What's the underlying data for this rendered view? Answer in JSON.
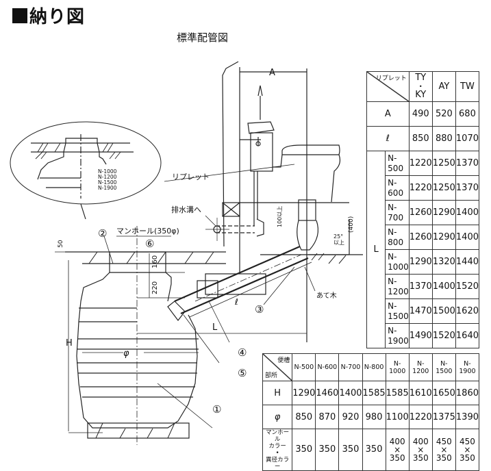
{
  "header": {
    "title": "納り図",
    "subtitle": "標準配管図"
  },
  "diagram": {
    "labels": {
      "A": "A",
      "L": "L",
      "l": "ℓ",
      "H": "H",
      "phi": "φ",
      "riplet": "リプレット",
      "drain": "排水溝へ",
      "manhole": "マンホール(350φ)",
      "atego": "あて木",
      "dim_50": "50",
      "dim_160": "160",
      "dim_220": "220",
      "dim_100": "100以上",
      "dim_400": "(400)",
      "angle_top": "25°",
      "angle_bottom": "以上"
    },
    "callouts": [
      "①",
      "②",
      "③",
      "④",
      "⑤",
      "⑥"
    ],
    "inset_models": [
      "N-1000",
      "N-1200",
      "N-1500",
      "N-1900"
    ]
  },
  "table_riplet": {
    "corner_label": "リプレット",
    "columns": [
      "TY・KY",
      "AY",
      "TW"
    ],
    "col_top": "TY",
    "col_dot": "•",
    "col_bottom": "KY",
    "rows": [
      {
        "label": "A",
        "values": [
          "490",
          "520",
          "680"
        ]
      },
      {
        "label": "ℓ",
        "values": [
          "850",
          "880",
          "1070"
        ]
      }
    ],
    "L_label": "L",
    "L_rows": [
      {
        "model_top": "N-",
        "model_bottom": "500",
        "values": [
          "1220",
          "1250",
          "1370"
        ]
      },
      {
        "model_top": "N-",
        "model_bottom": "600",
        "values": [
          "1220",
          "1250",
          "1370"
        ]
      },
      {
        "model_top": "N-",
        "model_bottom": "700",
        "values": [
          "1260",
          "1290",
          "1400"
        ]
      },
      {
        "model_top": "N-",
        "model_bottom": "800",
        "values": [
          "1260",
          "1290",
          "1400"
        ]
      },
      {
        "model_top": "N-",
        "model_bottom": "1000",
        "values": [
          "1290",
          "1320",
          "1440"
        ]
      },
      {
        "model_top": "N-",
        "model_bottom": "1200",
        "values": [
          "1370",
          "1400",
          "1520"
        ]
      },
      {
        "model_top": "N-",
        "model_bottom": "1500",
        "values": [
          "1470",
          "1500",
          "1620"
        ]
      },
      {
        "model_top": "N-",
        "model_bottom": "1900",
        "values": [
          "1490",
          "1520",
          "1640"
        ]
      }
    ]
  },
  "table_tank": {
    "corner_top": "便槽",
    "corner_bottom": "部所",
    "columns": [
      "N-500",
      "N-600",
      "N-700",
      "N-800",
      "N-1000",
      "N-1200",
      "N-1500",
      "N-1900"
    ],
    "rows": [
      {
        "label": "H",
        "values": [
          "1290",
          "1460",
          "1400",
          "1585",
          "1585",
          "1610",
          "1650",
          "1860"
        ]
      },
      {
        "label": "φ",
        "values": [
          "850",
          "870",
          "920",
          "980",
          "1100",
          "1220",
          "1375",
          "1390"
        ]
      }
    ],
    "collar_row": {
      "label_line1": "マンホール",
      "label_line2": "カラー",
      "label_dot": "•",
      "label_line3": "異径カラー",
      "values": [
        {
          "top": "350",
          "x": "",
          "bottom": ""
        },
        {
          "top": "350",
          "x": "",
          "bottom": ""
        },
        {
          "top": "350",
          "x": "",
          "bottom": ""
        },
        {
          "top": "350",
          "x": "",
          "bottom": ""
        },
        {
          "top": "400",
          "x": "×",
          "bottom": "350"
        },
        {
          "top": "400",
          "x": "×",
          "bottom": "350"
        },
        {
          "top": "450",
          "x": "×",
          "bottom": "350"
        },
        {
          "top": "450",
          "x": "×",
          "bottom": "350"
        }
      ]
    }
  }
}
